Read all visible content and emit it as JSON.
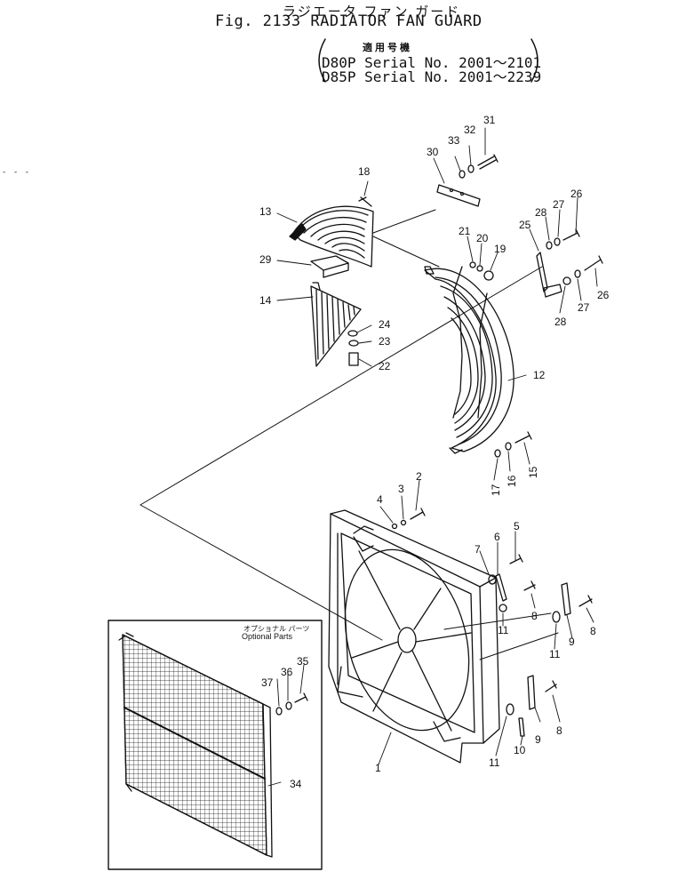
{
  "header": {
    "japanese_title": "ラジエータ ファン ガード",
    "title": "Fig. 2133 RADIATOR FAN GUARD",
    "applicable_models_jp": "適用号機",
    "serial_1": "D80P  Serial  No. 2001～2101",
    "serial_2": "D85P  Serial  No. 2001～2239"
  },
  "optional_parts": {
    "label_jp": "オプショナル パーツ",
    "label_en": "Optional Parts"
  },
  "margin_mark": "- - -",
  "callouts": {
    "p1": "1",
    "p2": "2",
    "p3": "3",
    "p4": "4",
    "p5": "5",
    "p6": "6",
    "p7": "7",
    "p8a": "8",
    "p8b": "8",
    "p8c": "8",
    "p9a": "9",
    "p9b": "9",
    "p10": "10",
    "p11a": "11",
    "p11b": "11",
    "p11c": "11",
    "p12": "12",
    "p13": "13",
    "p14": "14",
    "p15": "15",
    "p16": "16",
    "p17": "17",
    "p18": "18",
    "p19": "19",
    "p20": "20",
    "p21": "21",
    "p22": "22",
    "p23": "23",
    "p24": "24",
    "p25": "25",
    "p26a": "26",
    "p26b": "26",
    "p27a": "27",
    "p27b": "27",
    "p28a": "28",
    "p28b": "28",
    "p29": "29",
    "p30": "30",
    "p31": "31",
    "p32": "32",
    "p33": "33",
    "p34": "34",
    "p35": "35",
    "p36": "36",
    "p37": "37"
  }
}
